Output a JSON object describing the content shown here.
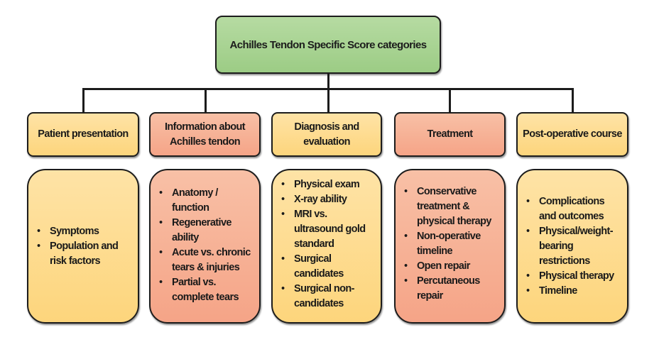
{
  "title": "Achilles Tendon Specific Score categories",
  "colors": {
    "title_fill": "#a8d492",
    "yellow_fill": "#fedc8e",
    "salmon_fill": "#f7b297",
    "outline": "#1c1c1c"
  },
  "categories": [
    {
      "heading": "Patient presentation",
      "color": "yellow",
      "items": [
        "Symptoms",
        "Population and risk factors"
      ]
    },
    {
      "heading": "Information about Achilles tendon",
      "color": "salmon",
      "items": [
        "Anatomy / function",
        "Regenerative ability",
        "Acute vs. chronic tears & injuries",
        "Partial vs. complete tears"
      ]
    },
    {
      "heading": "Diagnosis and evaluation",
      "color": "yellow",
      "items": [
        "Physical exam",
        "X-ray ability",
        "MRI vs. ultrasound gold standard",
        "Surgical candidates",
        "Surgical non-candidates"
      ]
    },
    {
      "heading": "Treatment",
      "color": "salmon",
      "items": [
        "Conservative treatment & physical therapy",
        "Non-operative timeline",
        "Open repair",
        "Percutaneous repair"
      ]
    },
    {
      "heading": "Post-operative course",
      "color": "yellow",
      "items": [
        "Complications and outcomes",
        "Physical/weight-bearing restrictions",
        "Physical therapy",
        "Timeline"
      ]
    }
  ]
}
